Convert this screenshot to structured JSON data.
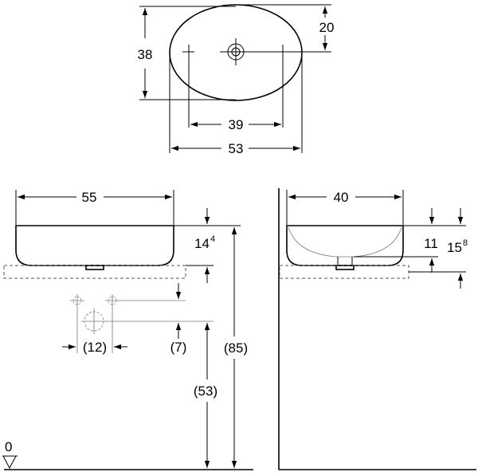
{
  "top_view": {
    "depth": "38",
    "drain_offset": "20",
    "tap_hole_spacing": "39",
    "width": "53"
  },
  "front_view": {
    "width": "55",
    "bowl_height": "14",
    "bowl_height_sup": "4",
    "hole_spacing": "(12)",
    "hole_offset": "(7)",
    "counter_height": "(53)",
    "total_height": "(85)",
    "floor_level": "0"
  },
  "side_view": {
    "width": "40",
    "inner_depth": "11",
    "overall_height": "15",
    "overall_height_sup": "8"
  }
}
